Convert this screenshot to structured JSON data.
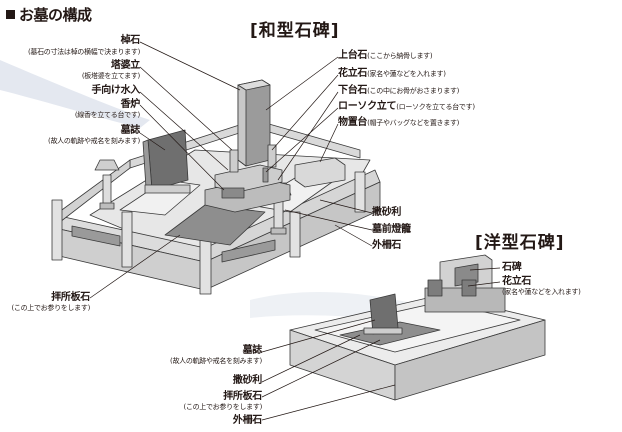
{
  "title": "お墓の構成",
  "sections": {
    "wagata": "[和型石碑]",
    "yougata": "[洋型石碑]"
  },
  "left_labels": [
    {
      "main": "棹石",
      "sub": "(墓石の寸法は棹の横幅で決まります)"
    },
    {
      "main": "塔婆立",
      "sub": "(板塔婆を立てます)"
    },
    {
      "main": "手向け水入",
      "sub": ""
    },
    {
      "main": "香炉",
      "sub": "(線香を立てる台です)"
    },
    {
      "main": "墓誌",
      "sub": "(故人の軌跡や戒名を刻みます)"
    },
    {
      "main": "拝所板石",
      "sub": "(この上でお参りをします)"
    }
  ],
  "right_labels": [
    {
      "main": "上台石",
      "inline": "(ここから納骨します)"
    },
    {
      "main": "花立石",
      "inline": "(家名や蓮などを入れます)"
    },
    {
      "main": "下台石",
      "inline": "(この中にお骨がおさまります)"
    },
    {
      "main": "ローソク立て",
      "inline": "(ローソクを立てる台です)"
    },
    {
      "main": "物置台",
      "inline": "(帽子やバッグなどを置きます)"
    },
    {
      "main": "撒砂利",
      "inline": ""
    },
    {
      "main": "墓前燈籠",
      "inline": ""
    },
    {
      "main": "外柵石",
      "inline": ""
    }
  ],
  "western_labels": [
    {
      "main": "石碑",
      "sub": ""
    },
    {
      "main": "花立石",
      "sub": "(家名や蓮などを入れます)"
    }
  ],
  "bottom_labels": [
    {
      "main": "墓誌",
      "sub": "(故人の軌跡や戒名を刻みます)"
    },
    {
      "main": "撒砂利",
      "sub": ""
    },
    {
      "main": "拝所板石",
      "sub": "(この上でお参りをします)"
    },
    {
      "main": "外柵石",
      "sub": ""
    }
  ]
}
